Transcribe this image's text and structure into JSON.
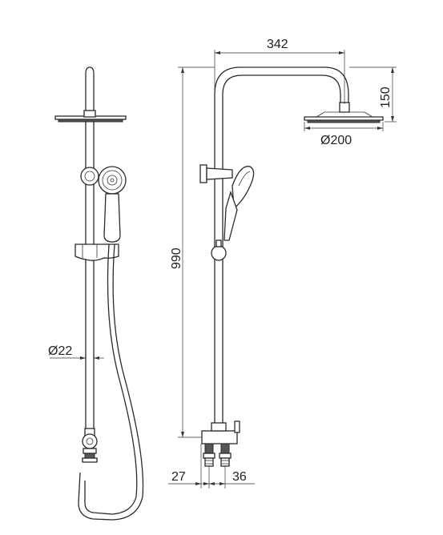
{
  "dimensions": {
    "width_top": "342",
    "height_arm": "150",
    "head_diameter": "Ø200",
    "total_height": "990",
    "pipe_diameter": "Ø22",
    "outlet_left": "27",
    "outlet_right": "36"
  }
}
